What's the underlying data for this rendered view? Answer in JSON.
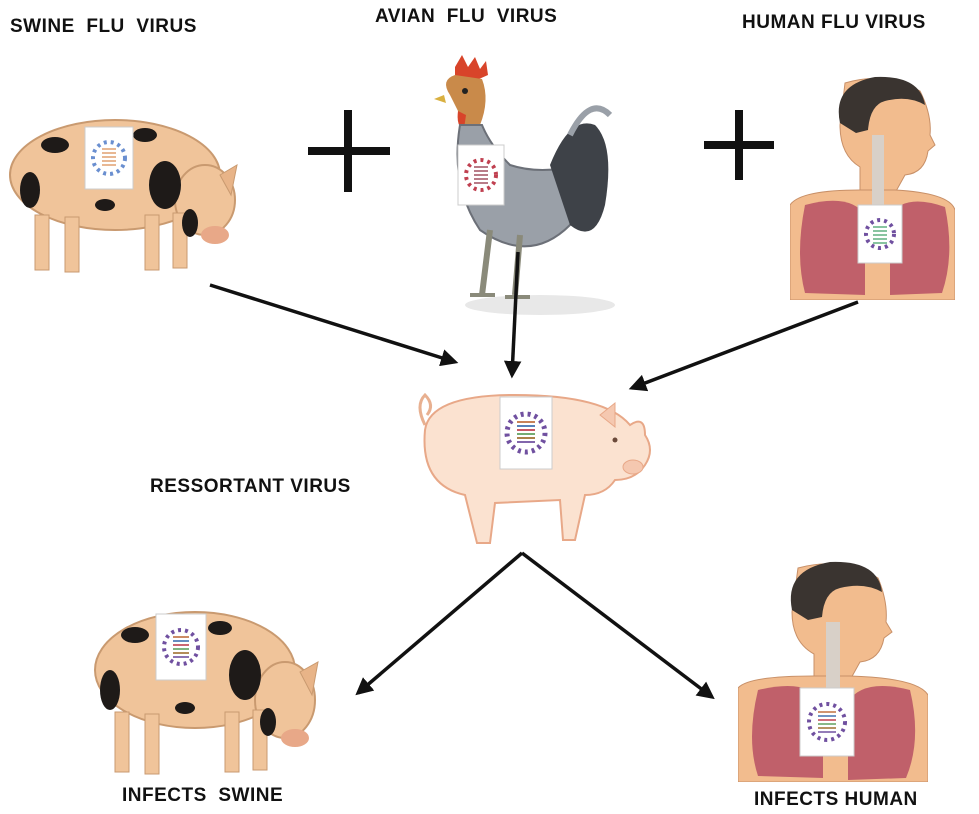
{
  "labels": {
    "swine_flu": "SWINE  FLU  VIRUS",
    "avian_flu": "AVIAN  FLU  VIRUS",
    "human_flu": "HUMAN FLU VIRUS",
    "reassortant": "RESSORTANT VIRUS",
    "infects_swine": "INFECTS  SWINE",
    "infects_human": "INFECTS HUMAN"
  },
  "colors": {
    "text": "#111111",
    "pig_skin": "#f0c49a",
    "pig_spot": "#1e1a18",
    "rooster_body": "#9aa0a8",
    "rooster_comb": "#d8442a",
    "human_skin": "#f2bc8e",
    "lung": "#c0606a",
    "virus_spikes_a": "#6a8fd0",
    "virus_spikes_b": "#c04050",
    "arrow": "#111111"
  },
  "icons": [
    "spotted-pig-icon",
    "rooster-icon",
    "human-torso-icon",
    "pink-pig-icon",
    "plus-icon",
    "virus-icon",
    "arrow-icon"
  ]
}
